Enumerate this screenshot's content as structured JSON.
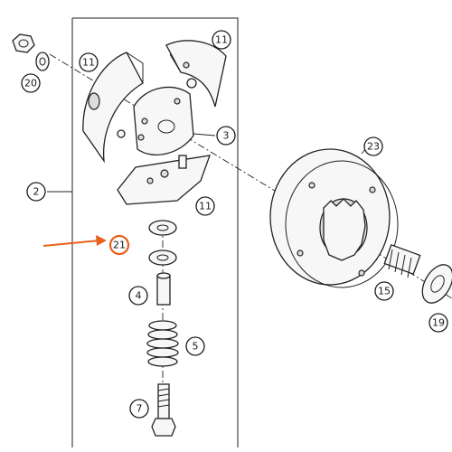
{
  "callouts": {
    "c2": "2",
    "c3": "3",
    "c4": "4",
    "c5": "5",
    "c7": "7",
    "c11a": "11",
    "c11b": "11",
    "c11c": "11",
    "c15": "15",
    "c19": "19",
    "c20": "20",
    "c21": "21",
    "c23": "23"
  },
  "colors": {
    "highlight": "#e8601c",
    "line": "#222222"
  }
}
